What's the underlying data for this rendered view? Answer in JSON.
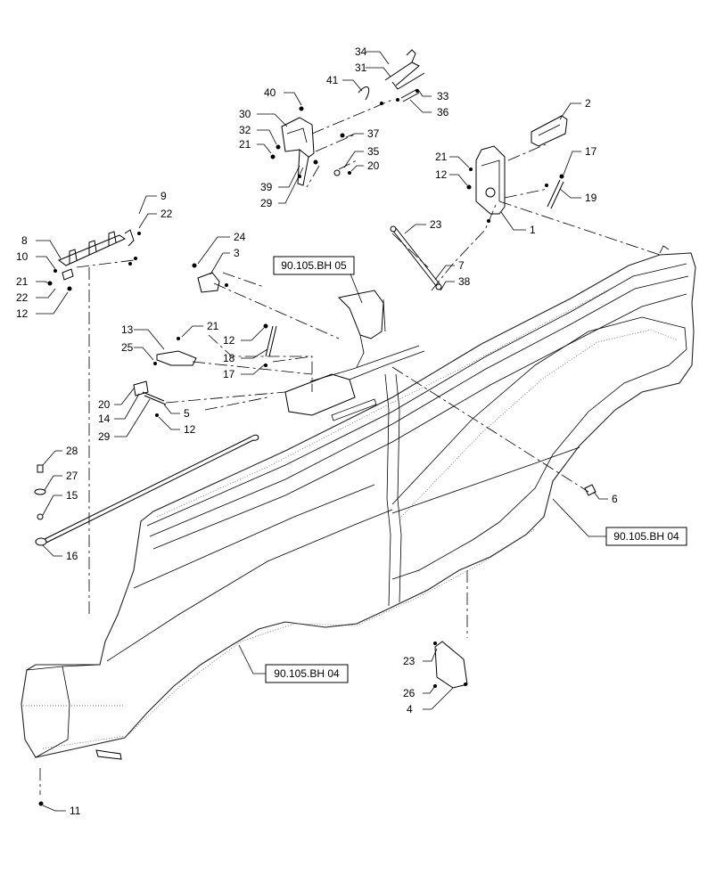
{
  "diagram": {
    "callouts": [
      "1",
      "2",
      "3",
      "4",
      "5",
      "6",
      "7",
      "8",
      "9",
      "10",
      "11",
      "12",
      "13",
      "14",
      "15",
      "16",
      "17",
      "18",
      "19",
      "20",
      "21",
      "22",
      "23",
      "24",
      "25",
      "26",
      "27",
      "28",
      "29",
      "30",
      "31",
      "32",
      "33",
      "34",
      "35",
      "36",
      "37",
      "38",
      "39",
      "40",
      "41"
    ],
    "references": [
      "90.105.BH 05",
      "90.105.BH 04",
      "90.105.BH 04"
    ]
  }
}
